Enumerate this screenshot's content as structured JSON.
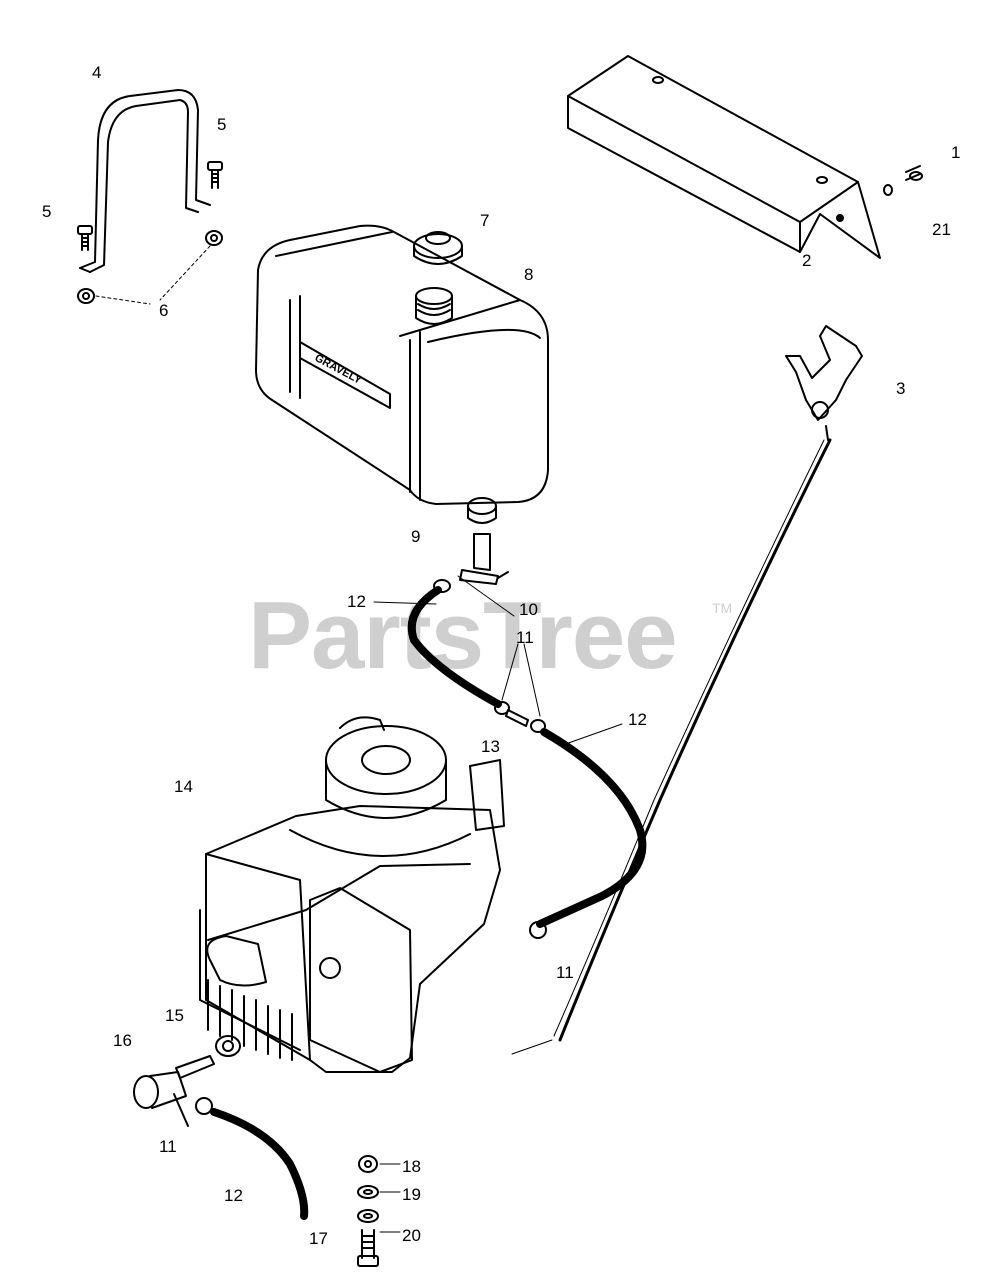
{
  "watermark": {
    "text": "PartsTree",
    "trademark": "TM"
  },
  "tank_brand": "GRAVELY",
  "callouts": {
    "c1": "1",
    "c2": "2",
    "c3": "3",
    "c4": "4",
    "c5a": "5",
    "c5b": "5",
    "c6": "6",
    "c7": "7",
    "c8": "8",
    "c9": "9",
    "c10": "10",
    "c11a": "11",
    "c11b": "11",
    "c11c": "11",
    "c12a": "12",
    "c12b": "12",
    "c12c": "12",
    "c13": "13",
    "c14": "14",
    "c15": "15",
    "c16": "16",
    "c17": "17",
    "c18": "18",
    "c19": "19",
    "c20": "20",
    "c21": "21"
  }
}
